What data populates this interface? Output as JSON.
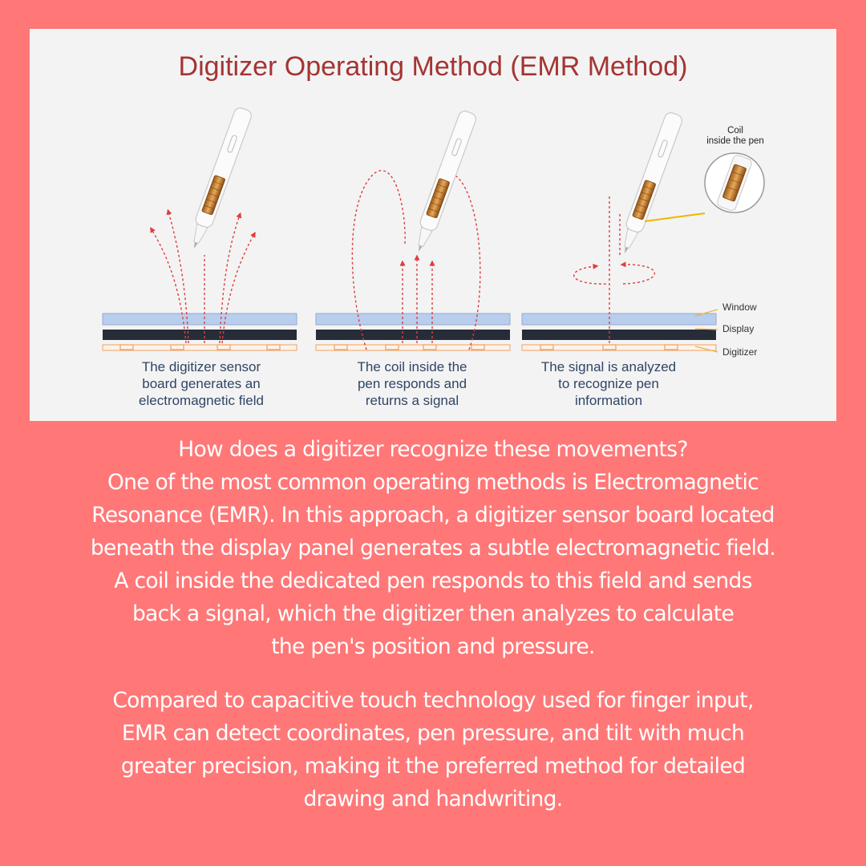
{
  "diagram": {
    "title": "Digitizer Operating Method (EMR Method)",
    "captions": [
      [
        "The digitizer sensor",
        "board generates an",
        "electromagnetic field"
      ],
      [
        "The coil inside the",
        "pen responds and",
        "returns a signal"
      ],
      [
        "The signal is analyzed",
        "to recognize pen",
        "information"
      ]
    ],
    "layers": {
      "window": "Window",
      "display": "Display",
      "digitizer": "Digitizer"
    },
    "coil_callout": [
      "Coil",
      "inside the pen"
    ],
    "colors": {
      "title": "#a43434",
      "caption": "#2f4566",
      "field_arrow": "#e03c3c",
      "window_layer": "#b9cdec",
      "display_layer": "#262d38",
      "digitizer_layer": "#f0a060",
      "leader_line": "#f2b400"
    }
  },
  "text": {
    "paragraph1": [
      "How does a digitizer recognize these movements?",
      "One of the most common operating methods is Electromagnetic",
      "Resonance (EMR). In this approach, a digitizer sensor board located",
      "beneath the display panel generates a subtle electromagnetic field.",
      "A coil inside the dedicated pen responds to this field and sends",
      "back a signal, which the digitizer then analyzes to calculate",
      "the pen's position and pressure."
    ],
    "paragraph2": [
      "Compared to capacitive touch technology used for finger input,",
      "EMR can detect coordinates, pen pressure, and tilt with much",
      "greater precision, making it the preferred method for detailed",
      "drawing and handwriting."
    ]
  }
}
